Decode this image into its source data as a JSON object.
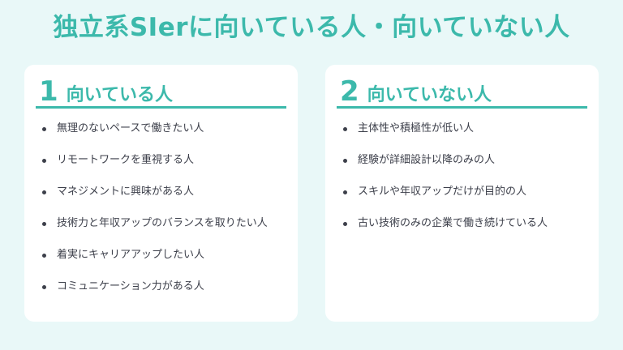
{
  "title": "独立系SIerに向いている人・向いていない人",
  "colors": {
    "accent": "#3cb9ab",
    "background": "#e9f8f8",
    "card": "#ffffff",
    "text": "#3c3f4a"
  },
  "cards": [
    {
      "number": "1",
      "heading": "向いている人",
      "items": [
        "無理のないペースで働きたい人",
        "リモートワークを重視する人",
        "マネジメントに興味がある人",
        "技術力と年収アップのバランスを取りたい人",
        "着実にキャリアアップしたい人",
        "コミュニケーション力がある人"
      ]
    },
    {
      "number": "2",
      "heading": "向いていない人",
      "items": [
        "主体性や積極性が低い人",
        "経験が詳細設計以降のみの人",
        "スキルや年収アップだけが目的の人",
        "古い技術のみの企業で働き続けている人"
      ]
    }
  ]
}
